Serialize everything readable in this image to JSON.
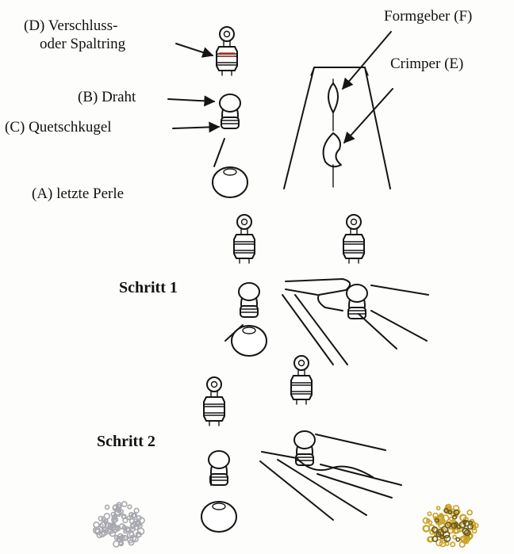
{
  "labels": {
    "verschluss_line1": "(D) Verschluss-",
    "verschluss_line2": "oder Spaltring",
    "draht": "(B) Draht",
    "quetschkugel": "(C) Quetschkugel",
    "perle": "(A) letzte Perle",
    "formgeber": "Formgeber (F)",
    "crimper": "Crimper (E)",
    "schritt1": "Schritt 1",
    "schritt2": "Schritt 2"
  },
  "colors": {
    "ink": "#151515",
    "ring_accent": "#c0392b",
    "silver_beads": "#a8a8b0",
    "gold_beads": "#c9a227"
  },
  "icons": {
    "crimp_beads_silver": "silver-crimp-beads-photo",
    "crimp_beads_gold": "gold-crimp-beads-photo"
  }
}
